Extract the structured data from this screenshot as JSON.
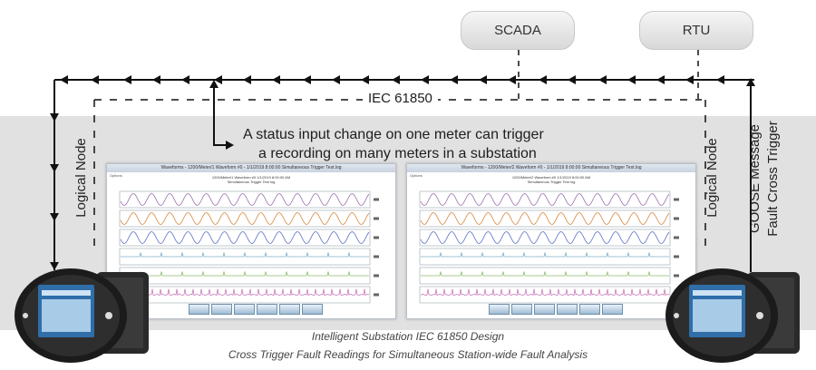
{
  "nodes": {
    "scada": "SCADA",
    "rtu": "RTU"
  },
  "labels": {
    "protocol": "IEC 61850",
    "status_line1": "A status input change on one meter can trigger",
    "status_line2": "a recording on many meters in a substation",
    "logical_node_left": "Logical Node",
    "logical_node_right": "Logical Node",
    "goose_line1": "GOOSE Message",
    "goose_line2": "Fault Cross Trigger"
  },
  "captions": {
    "line1": "Intelligent Substation IEC 61850 Design",
    "line2": "Cross Trigger Fault Readings for Simultaneous Station-wide Fault Analysis"
  },
  "screenshots": [
    {
      "title": "Waveforms - 1200/Meter/1 Waveform #0 - 1/1/2019 8:00:00 Simultaneous Trigger Test.log",
      "menu": "Options",
      "header_line1": "1200/Meter/1 Waveform #0 1/1/2019 8:00:00 AM",
      "header_line2": "Simultaneous Trigger Test log"
    },
    {
      "title": "Waveforms - 1200/Meter/2 Waveform #0 - 1/1/2019 8:00:00 Simultaneous Trigger Test.log",
      "menu": "Options",
      "header_line1": "1200/Meter/2 Waveform #0 1/1/2019 8:00:00 AM",
      "header_line2": "Simultaneous Trigger Test log"
    }
  ],
  "traces": [
    {
      "color": "#9a6fb0",
      "style": "sine"
    },
    {
      "color": "#d6873a",
      "style": "sine"
    },
    {
      "color": "#5e6fc4",
      "style": "sine"
    },
    {
      "color": "#7fb0c8",
      "style": "flat"
    },
    {
      "color": "#8fbf6a",
      "style": "flat"
    },
    {
      "color": "#c97ab8",
      "style": "spiky"
    }
  ],
  "colors": {
    "backdrop": "#e1e1e1",
    "line": "#111111",
    "pill": "#e8e8e8"
  }
}
